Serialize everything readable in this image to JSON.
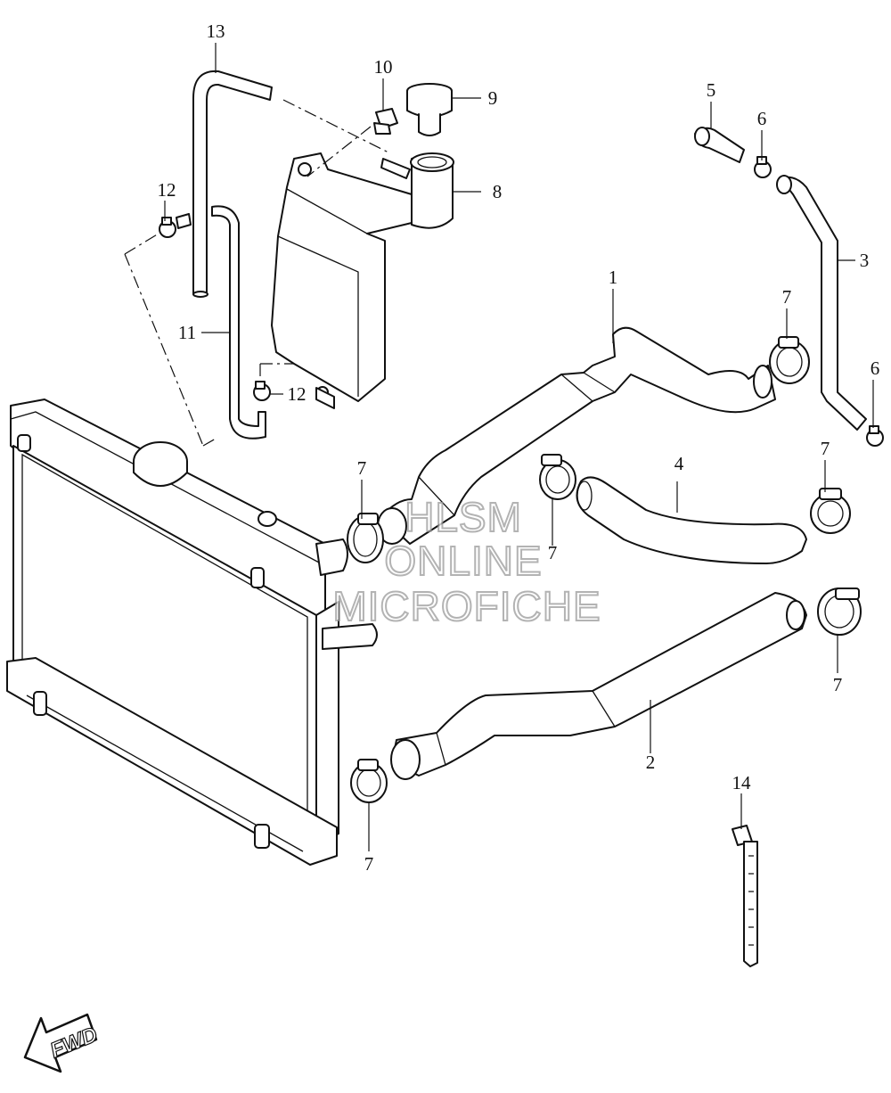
{
  "callouts": [
    {
      "id": "c1",
      "label": "1"
    },
    {
      "id": "c2",
      "label": "2"
    },
    {
      "id": "c3",
      "label": "3"
    },
    {
      "id": "c4",
      "label": "4"
    },
    {
      "id": "c5",
      "label": "5"
    },
    {
      "id": "c6a",
      "label": "6"
    },
    {
      "id": "c6b",
      "label": "6"
    },
    {
      "id": "c7a",
      "label": "7"
    },
    {
      "id": "c7b",
      "label": "7"
    },
    {
      "id": "c7c",
      "label": "7"
    },
    {
      "id": "c7d",
      "label": "7"
    },
    {
      "id": "c7e",
      "label": "7"
    },
    {
      "id": "c7f",
      "label": "7"
    },
    {
      "id": "c8",
      "label": "8"
    },
    {
      "id": "c9",
      "label": "9"
    },
    {
      "id": "c10",
      "label": "10"
    },
    {
      "id": "c11",
      "label": "11"
    },
    {
      "id": "c12a",
      "label": "12"
    },
    {
      "id": "c12b",
      "label": "12"
    },
    {
      "id": "c13",
      "label": "13"
    },
    {
      "id": "c14",
      "label": "14"
    }
  ],
  "watermark": {
    "line1": "HLSM",
    "line2": "ONLINE",
    "line3": "MICROFICHE"
  },
  "direction_label": "FWD"
}
